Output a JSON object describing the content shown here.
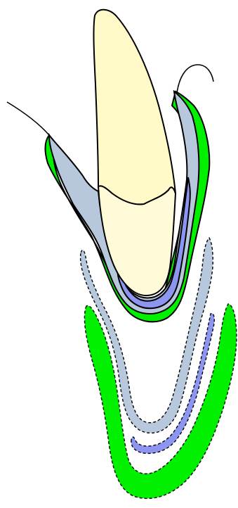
{
  "colors": {
    "background": "#ffffff",
    "tooth": "#fffac8",
    "tooth_root": "#fffbd8",
    "gray_layer": "#b8c8dc",
    "blue_layer": "#8c96f0",
    "green_layer": "#00f000",
    "outline": "#000000"
  },
  "parts": [
    "tooth-crown",
    "tooth-root",
    "gray-tissue-layer",
    "blue-tissue-layer",
    "green-tissue-layer",
    "separated-gray-layer",
    "separated-blue-layer",
    "separated-green-layer"
  ]
}
